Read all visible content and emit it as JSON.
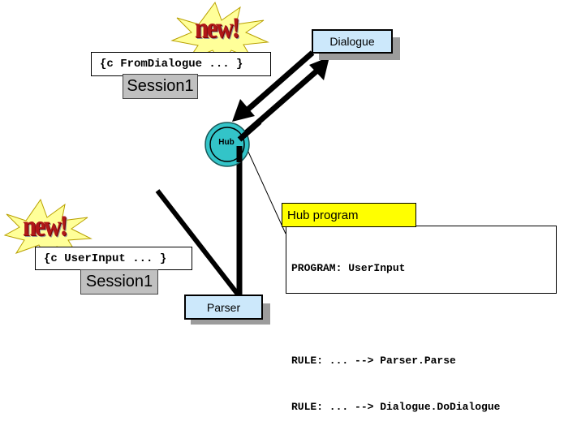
{
  "diagram": {
    "modules": {
      "dialogue": "Dialogue",
      "hub": "Hub",
      "parser": "Parser"
    },
    "messages": {
      "from_dialogue": "{c FromDialogue ... }",
      "user_input": "{c UserInput ... }"
    },
    "sessions": {
      "top": "Session1",
      "bottom": "Session1"
    },
    "badges": {
      "top": "new!",
      "bottom": "new!"
    },
    "hub_program": {
      "title": "Hub program",
      "lines": [
        "PROGRAM: UserInput",
        "",
        "RULE: ... --> Parser.Parse",
        "RULE: ... --> Dialogue.DoDialogue"
      ]
    },
    "colors": {
      "module_fill": "#cce8fb",
      "hub_fill": "#33c4c8",
      "session_fill": "#c0c0c0",
      "title_fill": "#ffff00",
      "star_fill": "#ffff99",
      "new_text": "#b01818"
    }
  }
}
